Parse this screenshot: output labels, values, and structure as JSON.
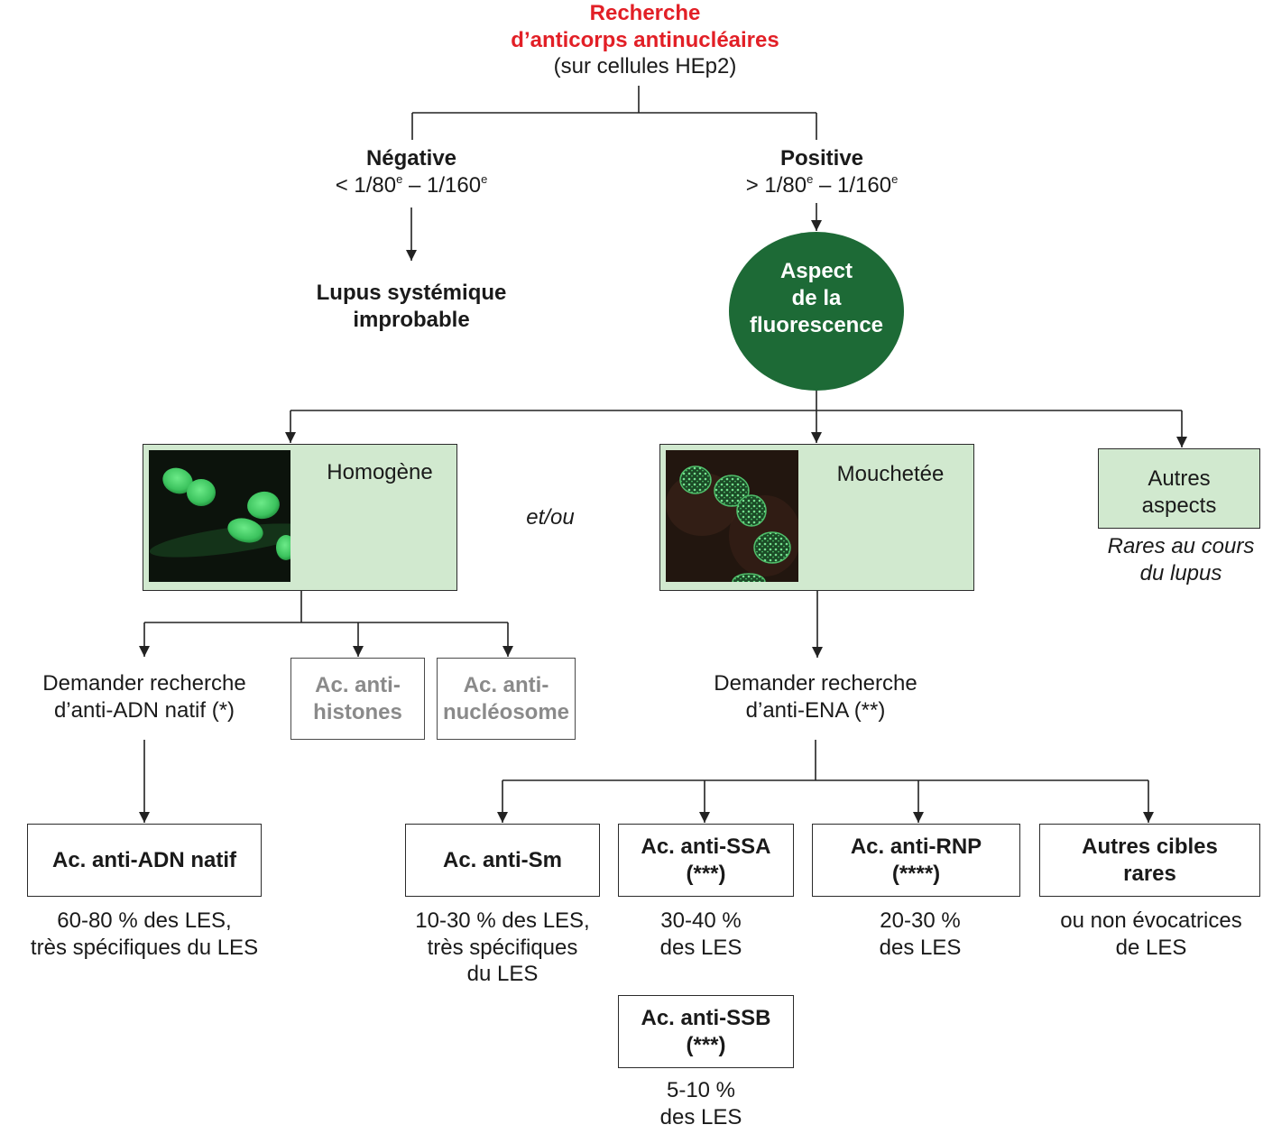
{
  "title": {
    "line1": "Recherche",
    "line2": "d’anticorps antinucléaires",
    "line3": "(sur cellules HEp2)"
  },
  "negative": {
    "label": "Négative",
    "ratio": {
      "a": "< 1/80",
      "sup_a": "e",
      "b": " – 1/160",
      "sup_b": "e"
    },
    "result": {
      "line1": "Lupus systémique",
      "line2": "improbable"
    }
  },
  "positive": {
    "label": "Positive",
    "ratio": {
      "a": "> 1/80",
      "sup_a": "e",
      "b": " – 1/160",
      "sup_b": "e"
    }
  },
  "aspect_node": {
    "line1": "Aspect",
    "line2": "de la",
    "line3": "fluorescence"
  },
  "connector_text": "et/ou",
  "homogene": {
    "label": "Homogène",
    "request": {
      "line1": "Demander recherche",
      "line2": "d’anti-ADN natif (*)"
    },
    "anti_histones": {
      "line1": "Ac. anti-",
      "line2": "histones"
    },
    "anti_nucleosome": {
      "line1": "Ac. anti-",
      "line2": "nucléosome"
    },
    "anti_adn": {
      "label": "Ac. anti-ADN natif",
      "note": {
        "line1": "60-80 % des LES,",
        "line2": "très spécifiques du LES"
      }
    }
  },
  "mouchetee": {
    "label": "Mouchetée",
    "request": {
      "line1": "Demander recherche",
      "line2": "d’anti-ENA (**)"
    },
    "anti_sm": {
      "line1": "Ac. anti-Sm",
      "note": {
        "line1": "10-30 % des LES,",
        "line2": "très spécifiques",
        "line3": "du LES"
      }
    },
    "anti_ssa": {
      "line1": "Ac. anti-SSA",
      "line2": "(***)",
      "note": {
        "line1": "30-40 %",
        "line2": "des LES"
      }
    },
    "anti_rnp": {
      "line1": "Ac. anti-RNP",
      "line2": "(****)",
      "note": {
        "line1": "20-30 %",
        "line2": "des LES"
      }
    },
    "autres_cibles": {
      "line1": "Autres cibles",
      "line2": "rares",
      "note": {
        "line1": "ou non évocatrices",
        "line2": "de LES"
      }
    },
    "anti_ssb": {
      "line1": "Ac. anti-SSB",
      "line2": "(***)",
      "note": {
        "line1": "5-10 %",
        "line2": "des LES"
      }
    }
  },
  "autres_aspects": {
    "line1": "Autres",
    "line2": "aspects",
    "note": {
      "line1": "Rares au cours",
      "line2": "du lupus"
    }
  },
  "colors": {
    "title_red": "#e21f26",
    "node_green": "#1d6a36",
    "box_green": "#d1e9cf",
    "muted_text": "#8a8a8a"
  }
}
